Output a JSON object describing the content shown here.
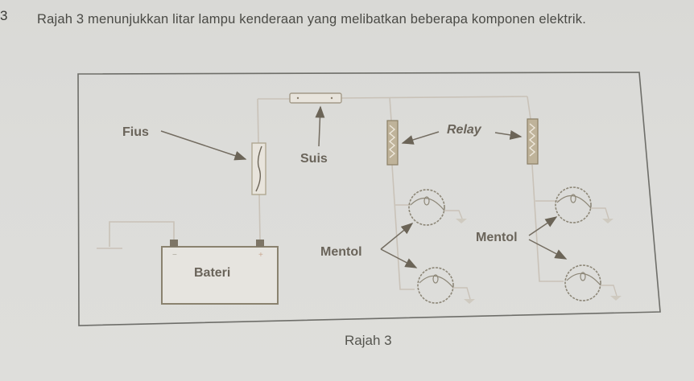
{
  "question": {
    "number": "3",
    "text": "Rajah 3 menunjukkan litar lampu kenderaan yang melibatkan beberapa komponen elektrik."
  },
  "diagram": {
    "labels": {
      "fuse": "Fius",
      "switch": "Suis",
      "relay": "Relay",
      "bulb_left": "Mentol",
      "bulb_right": "Mentol",
      "battery": "Bateri"
    },
    "battery_terminals": {
      "negative": "−",
      "positive": "+"
    }
  },
  "caption": "Rajah 3"
}
